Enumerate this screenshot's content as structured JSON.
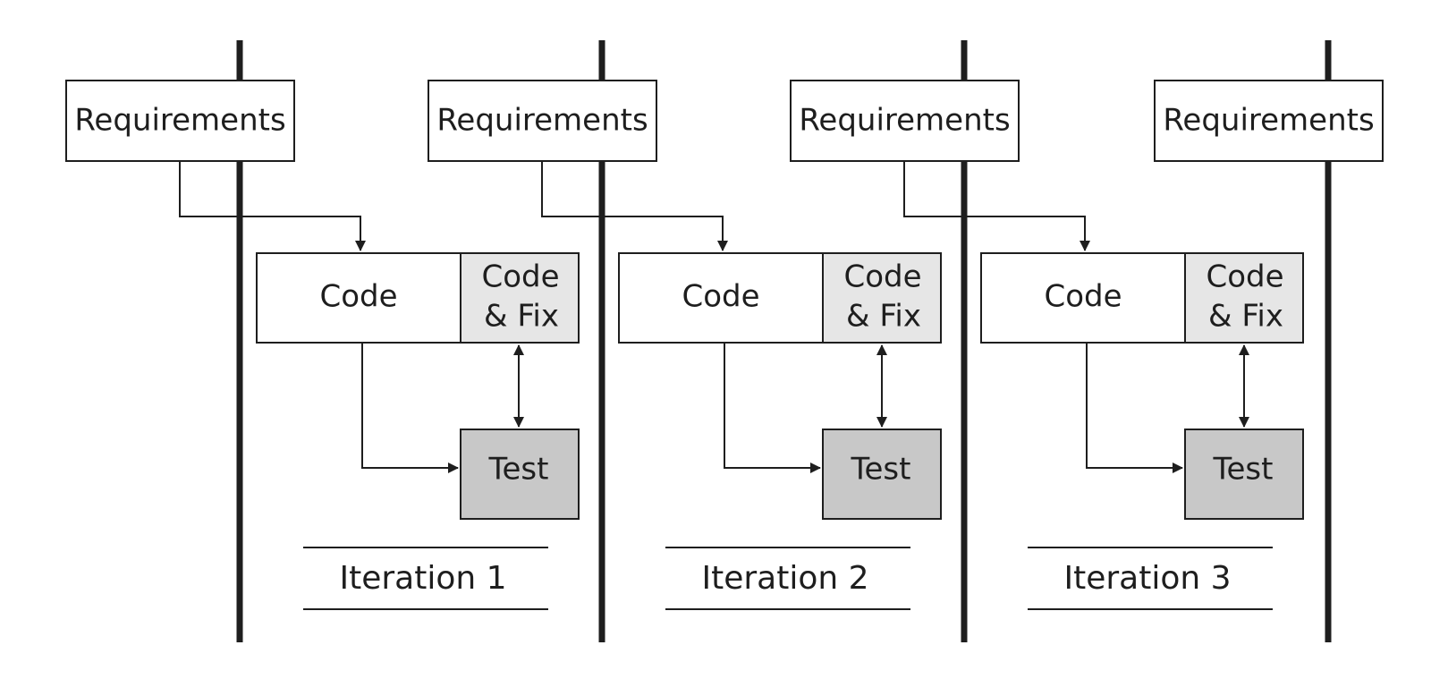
{
  "diagram": {
    "requirements": [
      {
        "label": "Requirements"
      },
      {
        "label": "Requirements"
      },
      {
        "label": "Requirements"
      },
      {
        "label": "Requirements"
      }
    ],
    "iterations": [
      {
        "code_label": "Code",
        "fix_label_line1": "Code",
        "fix_label_line2": "& Fix",
        "test_label": "Test",
        "iteration_label": "Iteration 1"
      },
      {
        "code_label": "Code",
        "fix_label_line1": "Code",
        "fix_label_line2": "& Fix",
        "test_label": "Test",
        "iteration_label": "Iteration 2"
      },
      {
        "code_label": "Code",
        "fix_label_line1": "Code",
        "fix_label_line2": "& Fix",
        "test_label": "Test",
        "iteration_label": "Iteration 3"
      }
    ],
    "colors": {
      "stroke": "#1e1e1e",
      "box_fill": "#ffffff",
      "fix_fill": "#e6e6e6",
      "test_fill": "#c8c8c8",
      "background": "#ffffff"
    }
  }
}
